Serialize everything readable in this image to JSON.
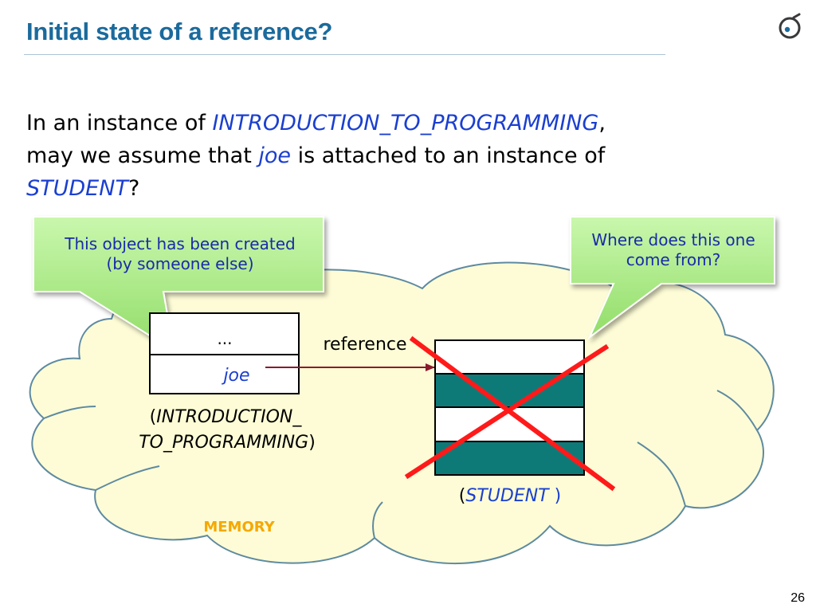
{
  "slide": {
    "title": "Initial state of a reference?",
    "logo_icon": "eiffel-logo-icon",
    "page_number": "26"
  },
  "question": {
    "part1": "In an instance of ",
    "class_intro": "INTRODUCTION_TO_PROGRAMMING",
    "part2": ",",
    "part3": "may we assume that ",
    "attr": "joe",
    "part4": " is attached to an instance of",
    "class_student": "STUDENT",
    "part5": "?"
  },
  "callouts": {
    "left": {
      "line1": "This object has been created",
      "line2": "(by someone else)"
    },
    "right": {
      "line1": "Where does this one",
      "line2": "come from?"
    }
  },
  "memory_label": "MEMORY",
  "intro_object": {
    "field_top": "...",
    "field_joe": "joe",
    "label_open": "(",
    "label_line1": "INTRODUCTION_",
    "label_line2": "TO_PROGRAMMING",
    "label_close": ")"
  },
  "reference_label": "reference",
  "student_object": {
    "label_open": "(",
    "label_class": "STUDENT",
    "label_close": " )"
  },
  "colors": {
    "title": "#1b6a9c",
    "emphasis": "#1a3fd0",
    "cloud_fill": "#fdfcd6",
    "callout_fill": "#aeee8a",
    "callout_text": "#1a2aa8",
    "memory": "#f5a800",
    "student_stripe": "#0e7a78",
    "cross": "#ff1a1a",
    "reference_arrow": "#8b1a2e"
  }
}
